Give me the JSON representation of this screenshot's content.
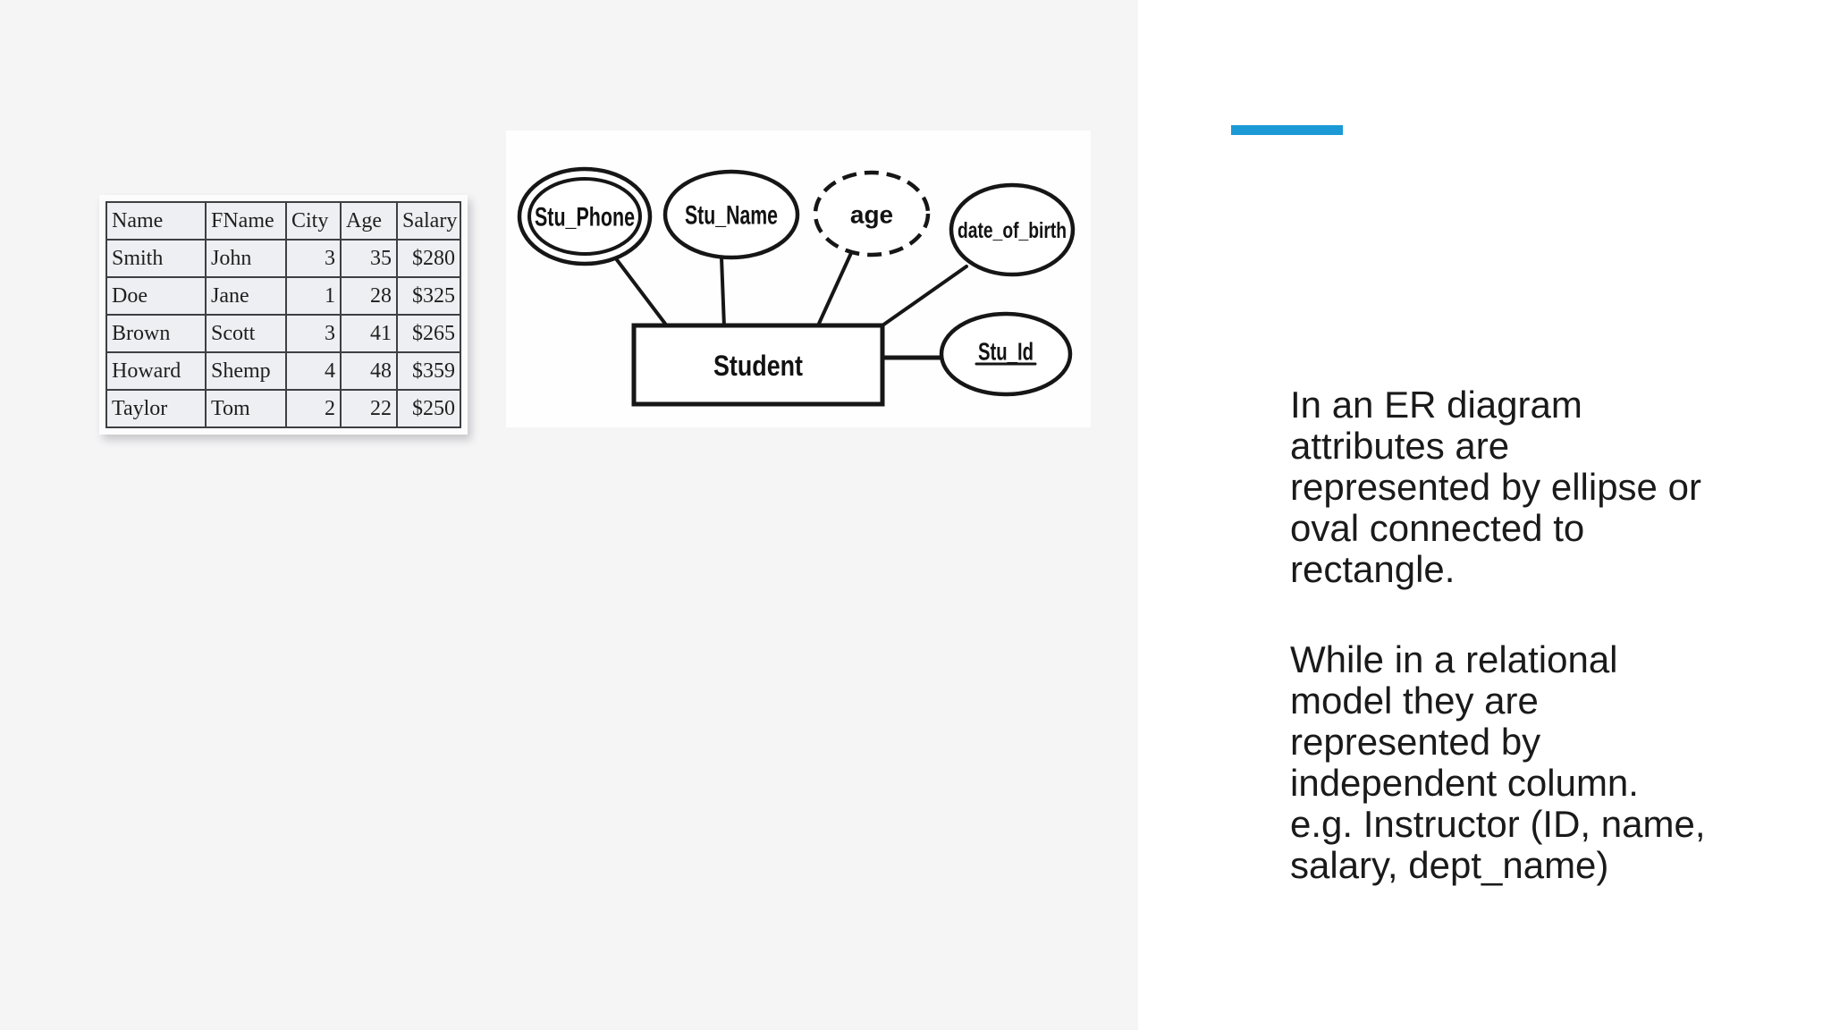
{
  "slide": {
    "left_background": "#f5f5f6",
    "right_background": "#ffffff",
    "accent_bar_color": "#1c9ad6"
  },
  "relational_table": {
    "columns": [
      "Name",
      "FName",
      "City",
      "Age",
      "Salary"
    ],
    "rows": [
      [
        "Smith",
        "John",
        "3",
        "35",
        "$280"
      ],
      [
        "Doe",
        "Jane",
        "1",
        "28",
        "$325"
      ],
      [
        "Brown",
        "Scott",
        "3",
        "41",
        "$265"
      ],
      [
        "Howard",
        "Shemp",
        "4",
        "48",
        "$359"
      ],
      [
        "Taylor",
        "Tom",
        "2",
        "22",
        "$250"
      ]
    ]
  },
  "er_diagram": {
    "entity_label": "Student",
    "attributes": [
      {
        "label": "Stu_Phone",
        "kind": "multivalued-attribute"
      },
      {
        "label": "Stu_Name",
        "kind": "attribute"
      },
      {
        "label": "age",
        "kind": "derived-attribute"
      },
      {
        "label": "date_of_birth",
        "kind": "attribute"
      },
      {
        "label": "Stu_Id",
        "kind": "key-attribute"
      }
    ]
  },
  "body_text": {
    "paragraph_er": [
      "In an ER diagram",
      "attributes are",
      "represented by ellipse or",
      "oval connected to",
      "rectangle."
    ],
    "paragraph_relational": [
      "While in a relational",
      "model they are",
      "represented by",
      "independent column.",
      "e.g. Instructor (ID, name,",
      "salary, dept_name)"
    ]
  }
}
